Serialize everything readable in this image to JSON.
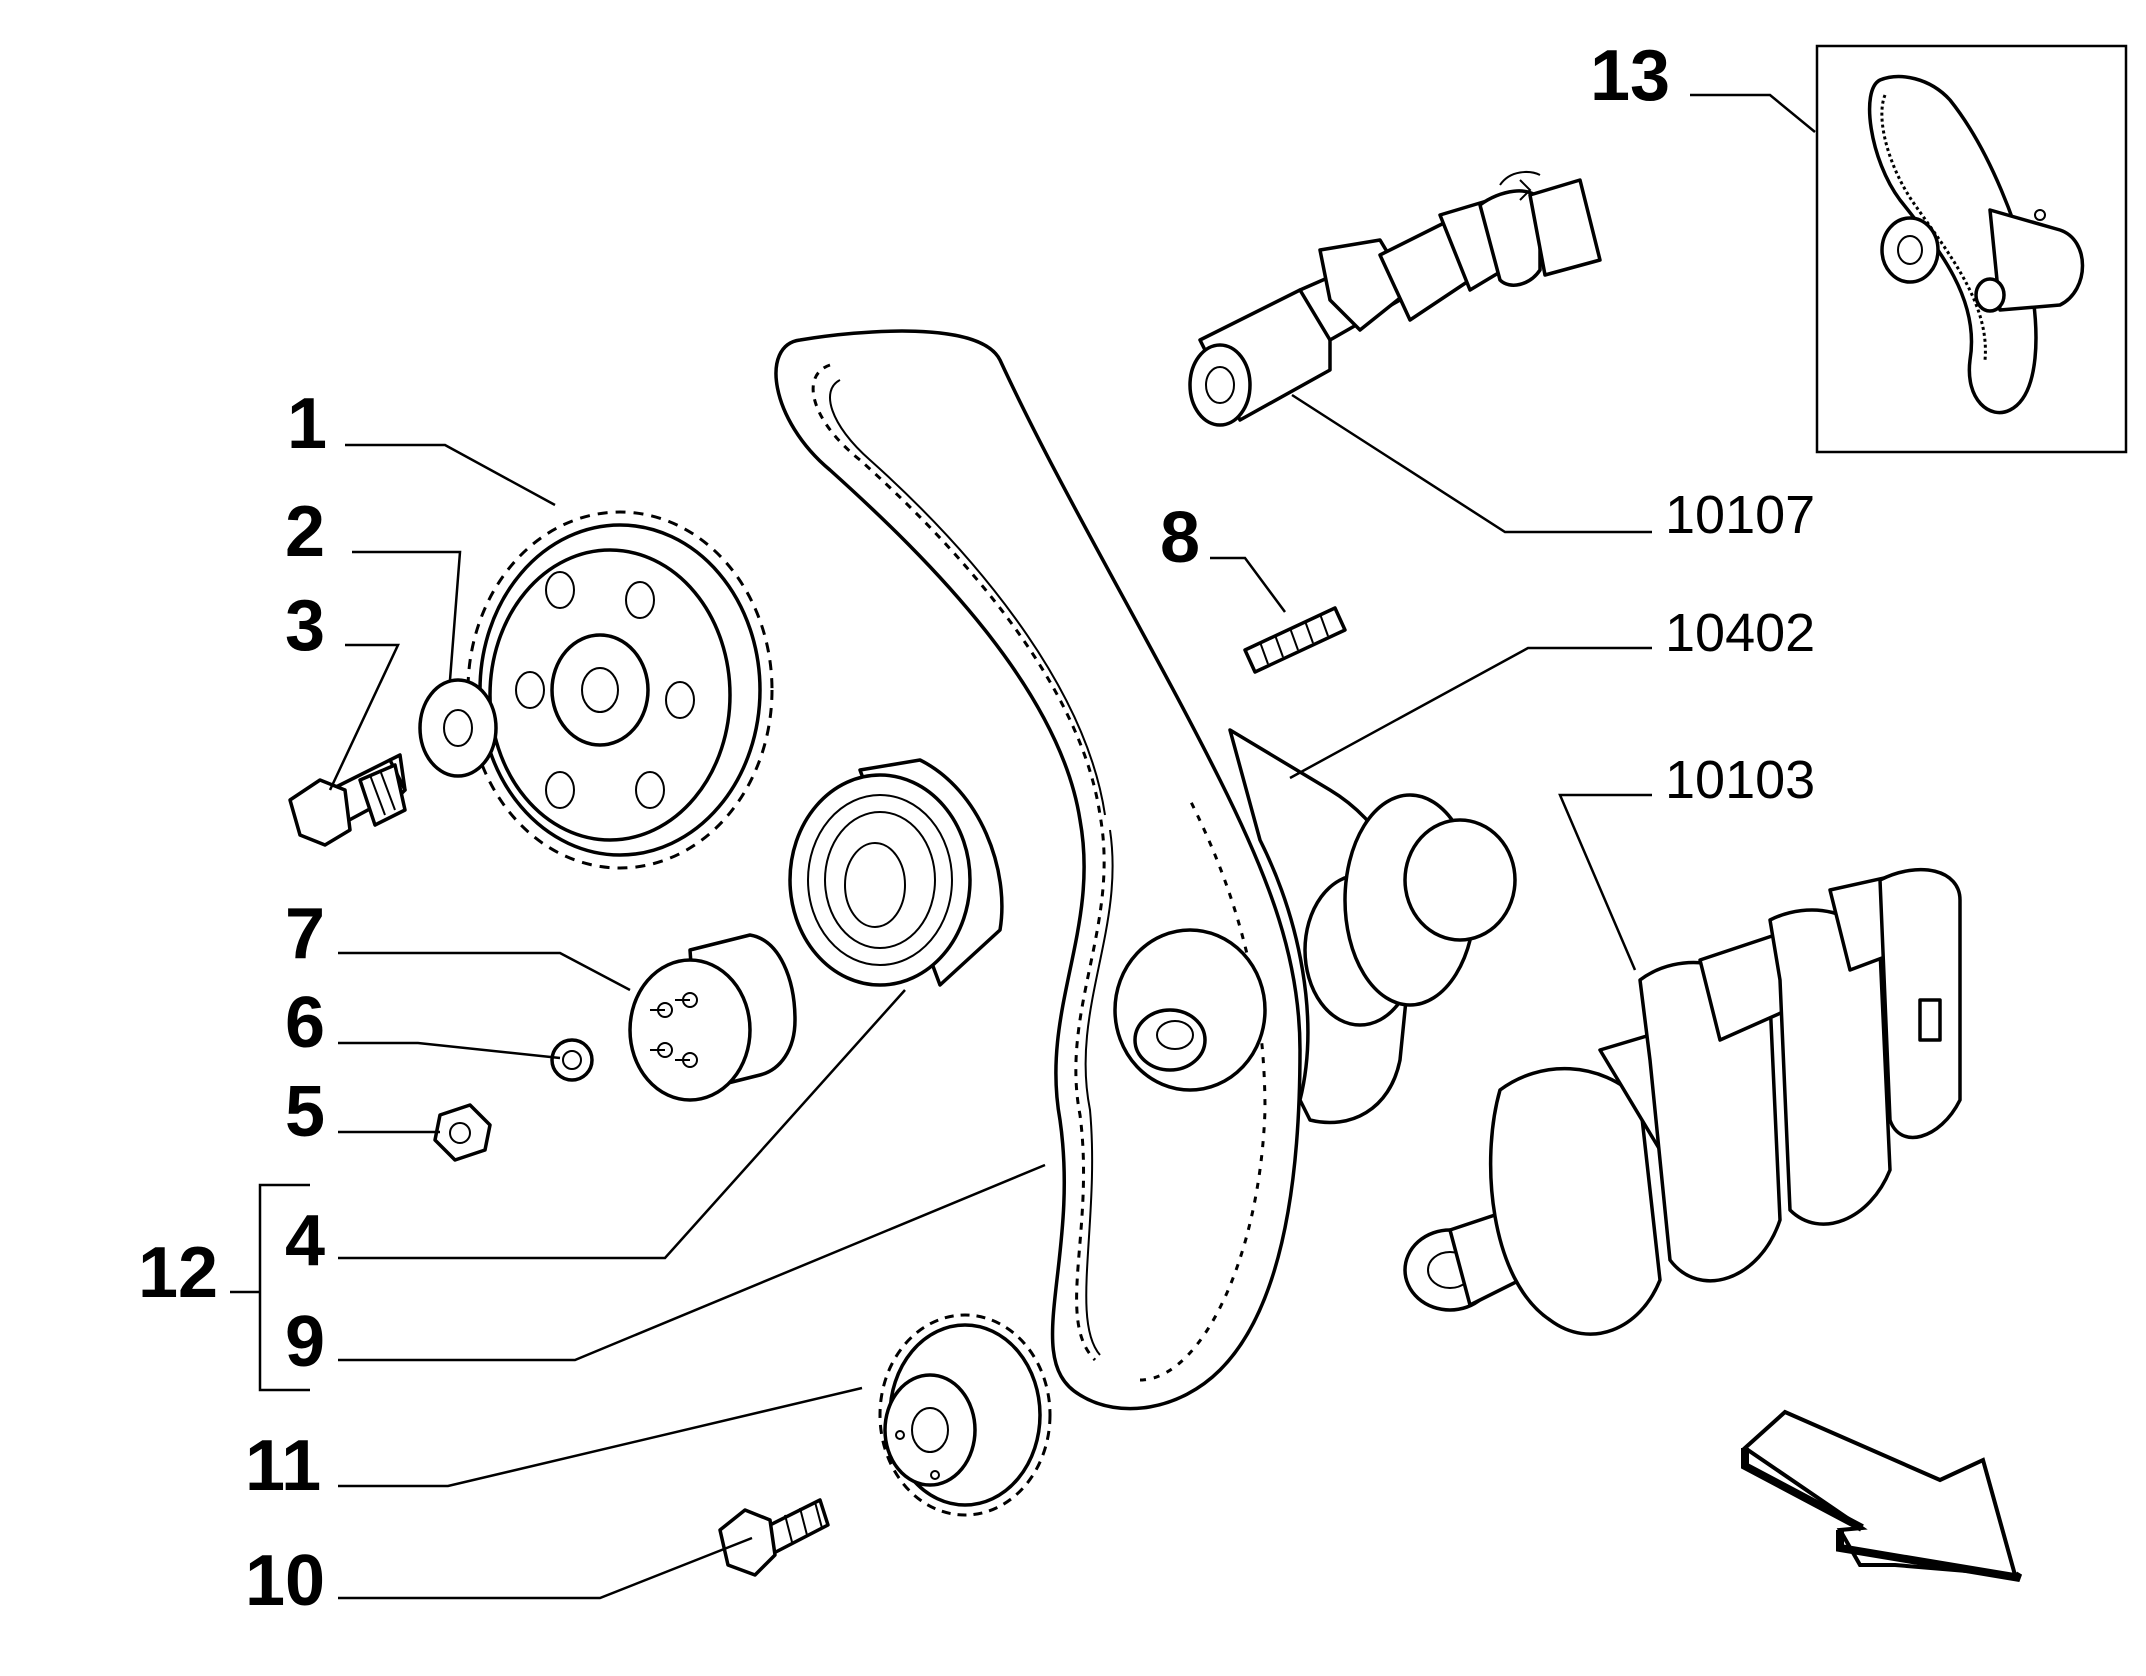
{
  "callouts": {
    "c1": "1",
    "c2": "2",
    "c3": "3",
    "c4": "4",
    "c5": "5",
    "c6": "6",
    "c7": "7",
    "c8": "8",
    "c9": "9",
    "c10": "10",
    "c11": "11",
    "c12": "12",
    "c13": "13"
  },
  "references": {
    "r10107": "10107",
    "r10402": "10402",
    "r10103": "10103"
  },
  "icons": {
    "direction": "arrow-right-down-icon"
  }
}
